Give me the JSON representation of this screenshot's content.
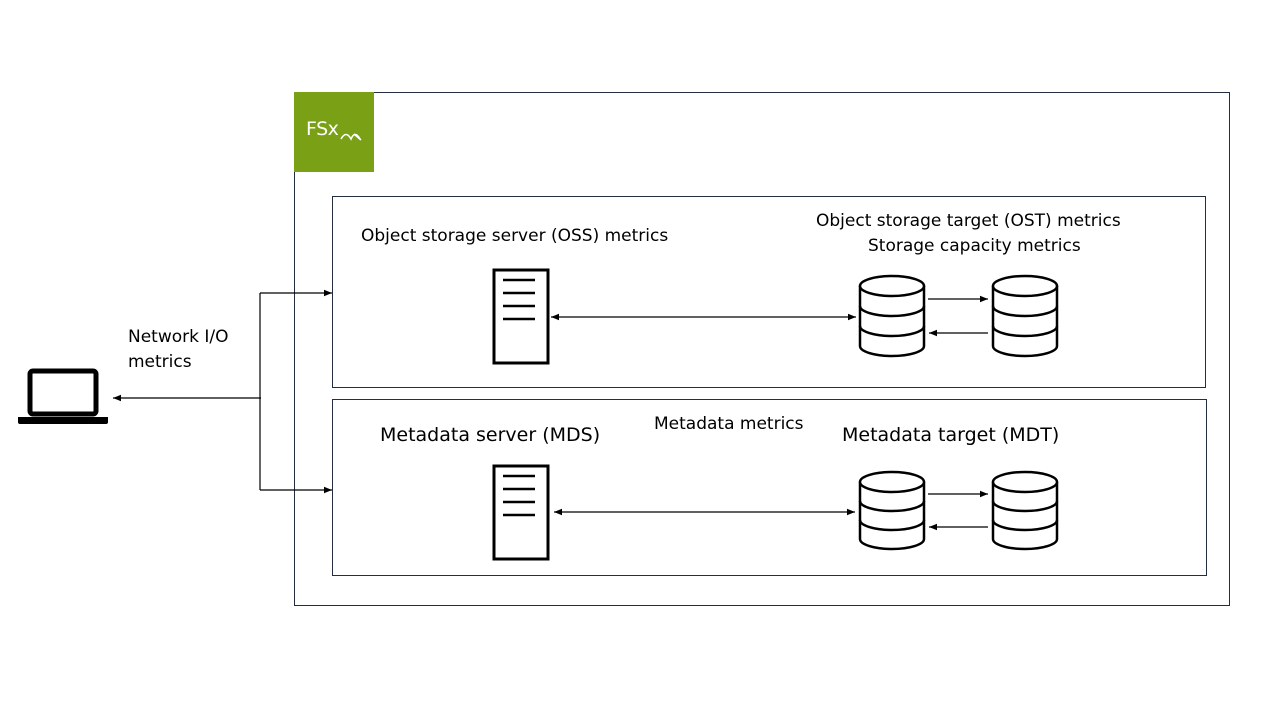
{
  "fsx_badge": {
    "label": "FSx",
    "color": "#7aa116"
  },
  "client": {
    "icon": "laptop-icon",
    "metrics_label": "Network I/O\nmetrics"
  },
  "oss_panel": {
    "server_label": "Object storage server (OSS) metrics",
    "target_label_1": "Object storage target (OST) metrics",
    "target_label_2": "Storage capacity metrics"
  },
  "mds_panel": {
    "server_label": "Metadata server (MDS)",
    "center_label": "Metadata metrics",
    "target_label": "Metadata target (MDT)"
  }
}
